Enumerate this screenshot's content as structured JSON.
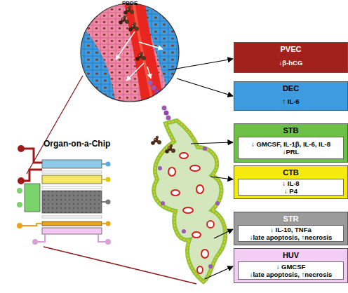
{
  "diagram": {
    "nodes": [
      {
        "text": [
          "PVEC",
          "↓β-hCG"
        ]
      },
      {
        "text": [
          "DEC",
          "↑ IL-6"
        ]
      },
      {
        "text": [
          "STB",
          "↓ GMCSF, IL-1β, IL-6, IL-8",
          "↓PRL"
        ]
      },
      {
        "text": [
          "CTB",
          "↓ IL-8",
          "↓ P4"
        ]
      },
      {
        "text": [
          "STR",
          "↓ IL-10, TNFa",
          "↓late apoptosis, ↑necrosis"
        ]
      },
      {
        "text": [
          "HUV",
          "↓ GMCSF",
          "↓late apoptosis, ↑necrosis"
        ]
      }
    ],
    "labels": [
      "PBDE",
      "Organ-on-a-Chip"
    ]
  }
}
